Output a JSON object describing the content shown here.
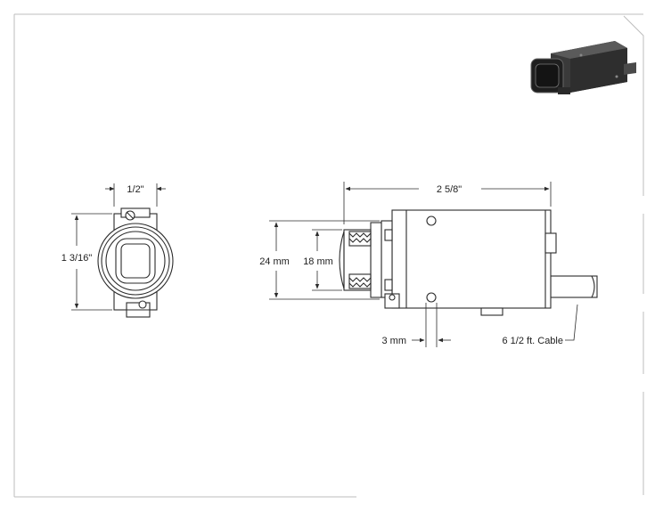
{
  "dimensions": {
    "front_width": "1/2\"",
    "front_height": "1 3/16\"",
    "side_length": "2 5/8\"",
    "outer_diameter": "24 mm",
    "lens_diameter": "18 mm",
    "flange_gap": "3 mm",
    "cable_length": "6 1/2 ft. Cable"
  },
  "colors": {
    "line": "#2b2b2b",
    "frame": "#bdbdbd",
    "body_fill": "#ffffff",
    "photo_dark": "#2a2a2a"
  }
}
